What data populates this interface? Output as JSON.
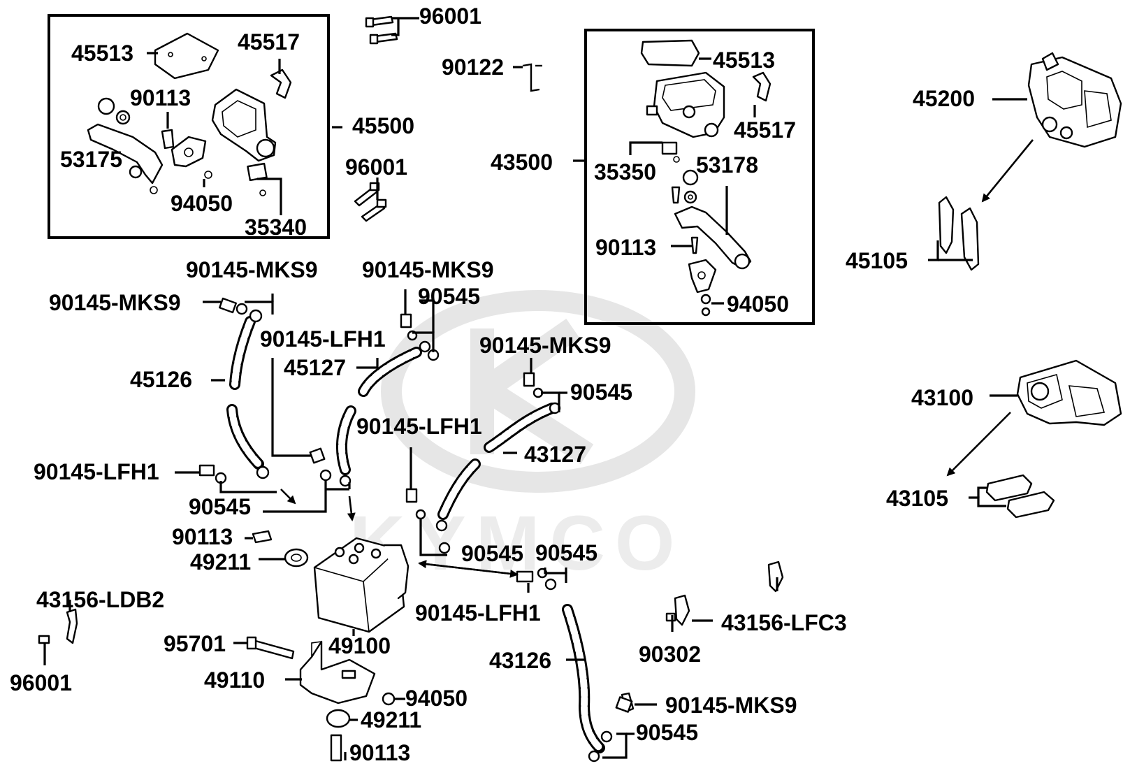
{
  "diagram": {
    "watermark_logo": "KYMCO",
    "labels": {
      "p45513a": "45513",
      "p45517a": "45517",
      "p90113a": "90113",
      "p45500": "45500",
      "p53175": "53175",
      "p94050a": "94050",
      "p35340": "35340",
      "p96001a": "96001",
      "p90122": "90122",
      "p96001b": "96001",
      "p45513b": "45513",
      "p43500": "43500",
      "p45517b": "45517",
      "p35350": "35350",
      "p53178": "53178",
      "p90113b": "90113",
      "p94050b": "94050",
      "p45200": "45200",
      "p45105": "45105",
      "p43100": "43100",
      "p43105": "43105",
      "p90145mks9a": "90145-MKS9",
      "p90145mks9b": "90145-MKS9",
      "p90145mks9c": "90145-MKS9",
      "p90545a": "90545",
      "p90145lfh1a": "90145-LFH1",
      "p45127": "45127",
      "p45126": "45126",
      "p90145mks9d": "90145-MKS9",
      "p90545b": "90545",
      "p90145lfh1b": "90145-LFH1",
      "p43127": "43127",
      "p90145lfh1c": "90145-LFH1",
      "p90545c": "90545",
      "p90113c": "90113",
      "p49211a": "49211",
      "p90545d": "90545",
      "p90545e": "90545",
      "p43156ldb2": "43156-LDB2",
      "p90145lfh1d": "90145-LFH1",
      "p43156lfc3": "43156-LFC3",
      "p95701": "95701",
      "p49100": "49100",
      "p90302": "90302",
      "p43126": "43126",
      "p49110": "49110",
      "p96001c": "96001",
      "p94050c": "94050",
      "p90145mks9e": "90145-MKS9",
      "p49211b": "49211",
      "p90545f": "90545",
      "p90113d": "90113"
    }
  }
}
